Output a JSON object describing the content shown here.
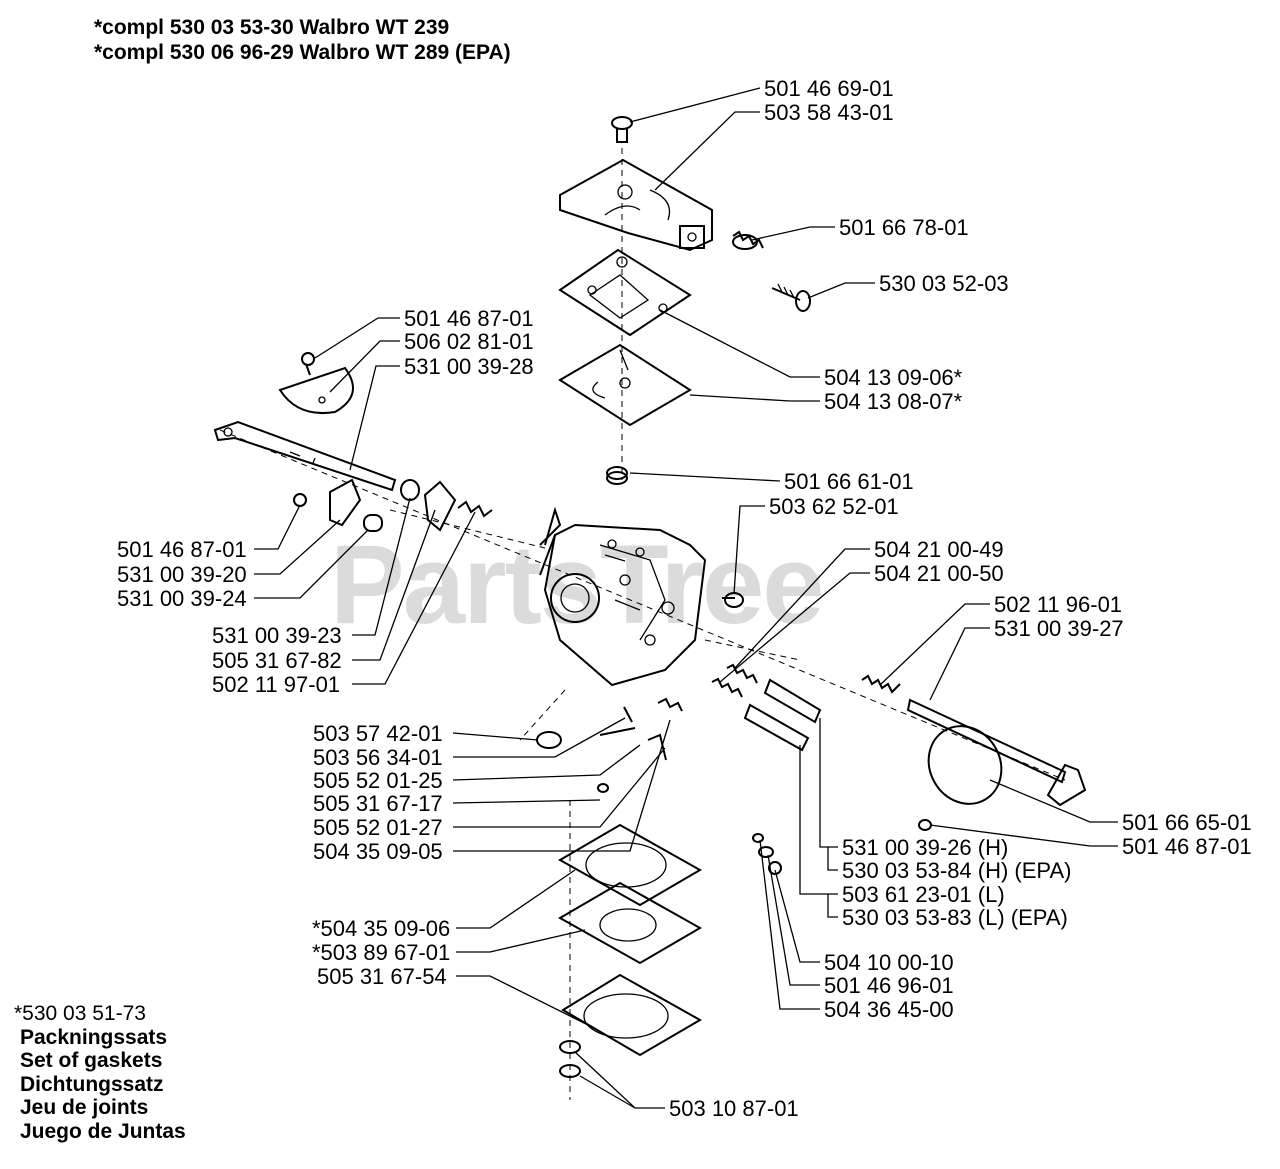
{
  "header": {
    "line1": "*compl 530 03 53-30 Walbro WT 239",
    "line2": "*compl 530 06 96-29 Walbro WT 289 (EPA)"
  },
  "watermark": "PartsTree",
  "notes": {
    "part_number": "*530 03 51-73",
    "lines": [
      "Packningssats",
      "Set of gaskets",
      "Dichtungssatz",
      "Jeu de joints",
      "Juego de Juntas"
    ]
  },
  "labels": {
    "l01": "501 46 69-01",
    "l02": "503 58 43-01",
    "l03": "501 66 78-01",
    "l04": "530 03 52-03",
    "l05": "501 46 87-01",
    "l06": "506 02 81-01",
    "l07": "531 00 39-28",
    "l08": "504 13 09-06*",
    "l09": "504 13 08-07*",
    "l10": "501 66 61-01",
    "l11": "503 62 52-01",
    "l12": "501 46 87-01",
    "l13": "531 00 39-20",
    "l14": "531 00 39-24",
    "l15": "504 21 00-49",
    "l16": "504 21 00-50",
    "l17": "502 11 96-01",
    "l18": "531 00 39-27",
    "l19": "531 00 39-23",
    "l20": "505 31 67-82",
    "l21": "502 11 97-01",
    "l22": "503 57 42-01",
    "l23": "503 56 34-01",
    "l24": "505 52 01-25",
    "l25": "505 31 67-17",
    "l26": "505 52 01-27",
    "l27": "504 35 09-05",
    "l28": "501 66 65-01",
    "l29": "501 46 87-01",
    "l30": "531 00 39-26 (H)",
    "l31": "530 03 53-84 (H) (EPA)",
    "l32": "503 61 23-01 (L)",
    "l33": "530 03 53-83 (L) (EPA)",
    "l34": "*504 35 09-06",
    "l35": "*503 89 67-01",
    "l36": "505 31 67-54",
    "l37": "504 10 00-10",
    "l38": "501 46 96-01",
    "l39": "504 36 45-00",
    "l40": "503 10 87-01"
  }
}
